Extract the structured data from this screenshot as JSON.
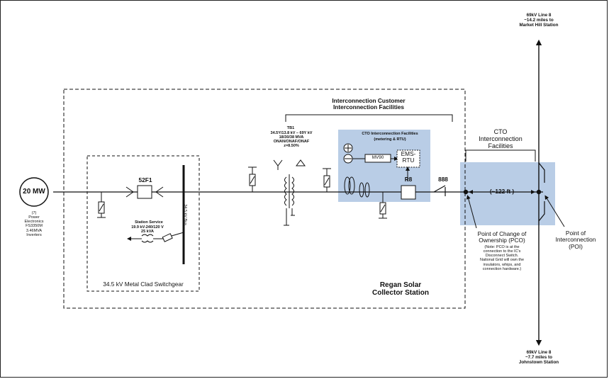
{
  "generator": {
    "rating": "20 MW",
    "note": "(7)\nPower\nElectronics\nFS3350M\n3.46MVA\nInverters"
  },
  "switchgear": {
    "breaker": "52F1",
    "bus_label": "34.5 kV Bus",
    "title": "34.5 kV Metal Clad Switchgear"
  },
  "station_service": {
    "title": "Station Service",
    "spec": "19.9 kV-240/120 V\n25 kVA"
  },
  "transformer": {
    "name": "TB1",
    "spec": "34.5Y/13.8 kV – 69Y kV\n18/30/38 MVA\nONAN/ONAF/ONAF\nz=8.50%"
  },
  "customer_facilities": "Interconnection Customer\nInterconnection Facilities",
  "cto_box": {
    "title": "CTO   Interconnection Facilities",
    "subtitle": "(metering & RTU)",
    "meter": "MV90",
    "rtu": "EMS-\nRTU"
  },
  "breaker_r8": "R8",
  "switch_888": "888",
  "cto_facilities": "CTO\nInterconnection\nFacilities",
  "distance": "(~122 ft )",
  "collector_station": "Regan Solar\nCollector Station",
  "pco": {
    "title": "Point of Change of\nOwnership (PCO)",
    "note": "(Note: PCO is at the\nconnection to the IC's\nDisconnect Switch.\nNational Grid will own the\ninsulators, whips, and\nconnection hardware.)"
  },
  "poi": "Point of\nInterconnection\n(POI)",
  "line_top": "69kV Line 8\n~14.2 miles to\nMarket Hill Station",
  "line_bottom": "69kV Line 8\n~7.7 miles to\nJohnstown Station",
  "colors": {
    "highlight": "#b9cde6",
    "line": "#111111"
  }
}
